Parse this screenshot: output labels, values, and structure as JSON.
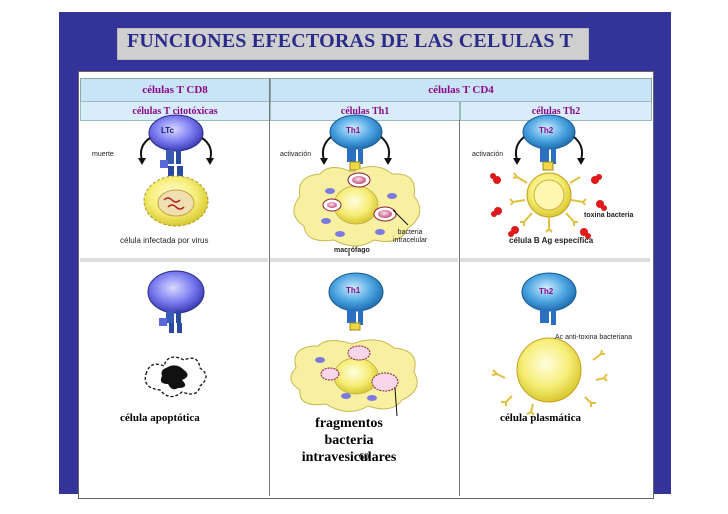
{
  "title": "FUNCIONES EFECTORAS DE LAS CELULAS T",
  "columns": {
    "cd8_header": "células T CD8",
    "cd4_header": "células T CD4",
    "cd8_sub": "células T citotóxicas",
    "th1_sub": "células Th1",
    "th2_sub": "células Th2"
  },
  "cells": {
    "ltc": "LTc",
    "th1_top": "Th1",
    "th2_top": "Th2",
    "th1_bottom": "Th1",
    "th2_bottom": "Th2"
  },
  "labels": {
    "muerte": "muerte",
    "activacion_th1": "activación",
    "activacion_th2": "activación",
    "infected_cell": "célula infectada por virus",
    "macrofago": "macrófago",
    "bacteria_intracelular": "bacteria\nintracelular",
    "b_cell": "célula B Ag específica",
    "toxina": "toxina bacteria",
    "ac_antitoxina": "Ac anti-toxina bacteriana",
    "apoptotic": "célula apoptótica",
    "fragmentos": "fragmentos\nbacteria\nintravesiculares",
    "plasma": "célula plasmática",
    "page_number": "60"
  },
  "colors": {
    "slide_bg": "#33339a",
    "header_fill": "#c9e3f7",
    "header_text": "#8a0a8a",
    "cd8_cell": "#6f6fe6",
    "cd4_cell": "#4aa3e0",
    "target_cell": "#f4ec76",
    "bacteria": "#d94a6a",
    "toxin": "#e01a1a"
  }
}
